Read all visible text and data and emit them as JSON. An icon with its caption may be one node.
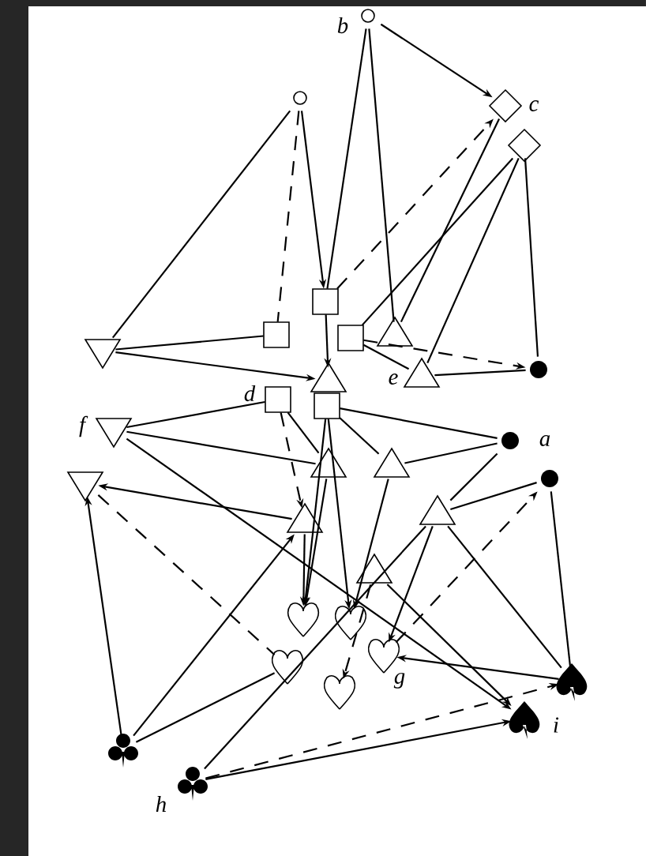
{
  "diagram": {
    "nodes": [
      {
        "text": [],
        "shape": "circle"
      },
      {
        "text": [],
        "shape": "circle",
        "beside": [
          "b"
        ]
      },
      {
        "text": [],
        "shape": "diamond",
        "beside": [
          "c"
        ]
      },
      {
        "text": [],
        "shape": "diamond"
      },
      {
        "text": [],
        "shape": "box"
      },
      {
        "text": [],
        "shape": "box"
      },
      {
        "text": [],
        "shape": "box"
      },
      {
        "text": [],
        "shape": "inverted-triangle"
      },
      {
        "text": [],
        "shape": "triangle"
      },
      {
        "text": [],
        "shape": "triangle",
        "beside": [
          "e"
        ]
      },
      {
        "text": [],
        "shape": "dot"
      },
      {
        "text": [],
        "shape": "triangle"
      },
      {
        "text": [],
        "shape": "box",
        "beside": [
          "d"
        ]
      },
      {
        "text": [],
        "shape": "box"
      },
      {
        "text": [],
        "shape": "inverted-triangle",
        "beside": [
          "f"
        ]
      },
      {
        "text": [],
        "shape": "dot",
        "beside": [
          "a"
        ]
      },
      {
        "text": [],
        "shape": "triangle"
      },
      {
        "text": [],
        "shape": "triangle"
      },
      {
        "text": [],
        "shape": "inverted-triangle"
      },
      {
        "text": [],
        "shape": "dot"
      },
      {
        "text": [],
        "shape": "triangle"
      },
      {
        "text": [],
        "shape": "triangle"
      },
      {
        "text": [],
        "shape": "triangle"
      },
      {
        "text": [],
        "shape": "heart"
      },
      {
        "text": [],
        "shape": "heart"
      },
      {
        "text": [],
        "shape": "heart"
      },
      {
        "text": [],
        "shape": "heart",
        "beside": [
          "g"
        ]
      },
      {
        "text": [],
        "shape": "heart"
      },
      {
        "text": [],
        "shape": "spade"
      },
      {
        "text": [],
        "shape": "spade",
        "beside": [
          "i"
        ]
      },
      {
        "text": [],
        "shape": "club"
      },
      {
        "text": [],
        "shape": "club",
        "beside": [
          "h"
        ]
      }
    ],
    "edges": [
      {
        "from": 0,
        "to": 7,
        "arrow": "none"
      },
      {
        "from": 0,
        "to": 5,
        "arrow": "none",
        "style": "dashed"
      },
      {
        "from": 0,
        "to": 4,
        "arrow": "to"
      },
      {
        "from": 1,
        "to": 2,
        "arrow": "to"
      },
      {
        "from": 1,
        "to": 4,
        "arrow": "none"
      },
      {
        "from": 1,
        "to": 8,
        "arrow": "none"
      },
      {
        "from": 4,
        "to": 2,
        "arrow": "to",
        "style": "dashed"
      },
      {
        "from": 2,
        "to": 8,
        "arrow": "none"
      },
      {
        "from": 3,
        "to": 6,
        "arrow": "none"
      },
      {
        "from": 3,
        "to": 9,
        "arrow": "none"
      },
      {
        "from": 3,
        "to": 10,
        "arrow": "none"
      },
      {
        "from": 7,
        "to": 5,
        "arrow": "none"
      },
      {
        "from": 7,
        "to": 11,
        "arrow": "to"
      },
      {
        "from": 6,
        "to": 9,
        "arrow": "none"
      },
      {
        "from": 6,
        "to": 10,
        "arrow": "to",
        "style": "dashed"
      },
      {
        "from": 10,
        "to": 9,
        "arrow": "none"
      },
      {
        "from": 4,
        "to": 11,
        "arrow": "to"
      },
      {
        "from": 12,
        "to": 14,
        "arrow": "none"
      },
      {
        "from": 14,
        "to": 16,
        "arrow": "none"
      },
      {
        "from": 12,
        "to": 16,
        "arrow": "none"
      },
      {
        "from": 12,
        "to": 20,
        "arrow": "to",
        "style": "dashed"
      },
      {
        "from": 13,
        "to": 15,
        "arrow": "none"
      },
      {
        "from": 15,
        "to": 17,
        "arrow": "none"
      },
      {
        "from": 13,
        "to": 17,
        "arrow": "none"
      },
      {
        "from": 13,
        "to": 23,
        "arrow": "to"
      },
      {
        "from": 13,
        "to": 24,
        "arrow": "to"
      },
      {
        "from": 14,
        "to": 29,
        "arrow": "to"
      },
      {
        "from": 20,
        "to": 18,
        "arrow": "to"
      },
      {
        "from": 18,
        "to": 25,
        "arrow": "none",
        "style": "dashed"
      },
      {
        "from": 30,
        "to": 18,
        "arrow": "to"
      },
      {
        "from": 30,
        "to": 20,
        "arrow": "to"
      },
      {
        "from": 30,
        "to": 25,
        "arrow": "none"
      },
      {
        "from": 31,
        "to": 21,
        "arrow": "none"
      },
      {
        "from": 31,
        "to": 29,
        "arrow": "to"
      },
      {
        "from": 31,
        "to": 28,
        "arrow": "to",
        "style": "dashed"
      },
      {
        "from": 15,
        "to": 21,
        "arrow": "none"
      },
      {
        "from": 19,
        "to": 21,
        "arrow": "none"
      },
      {
        "from": 19,
        "to": 28,
        "arrow": "none"
      },
      {
        "from": 28,
        "to": 26,
        "arrow": "to"
      },
      {
        "from": 21,
        "to": 26,
        "arrow": "to"
      },
      {
        "from": 21,
        "to": 28,
        "arrow": "none"
      },
      {
        "from": 26,
        "to": 19,
        "arrow": "to",
        "style": "dashed"
      },
      {
        "from": 16,
        "to": 23,
        "arrow": "to"
      },
      {
        "from": 20,
        "to": 23,
        "arrow": "to"
      },
      {
        "from": 17,
        "to": 24,
        "arrow": "to"
      },
      {
        "from": 22,
        "to": 29,
        "arrow": "to"
      },
      {
        "from": 22,
        "to": 27,
        "arrow": "to",
        "style": "dashed"
      }
    ]
  }
}
